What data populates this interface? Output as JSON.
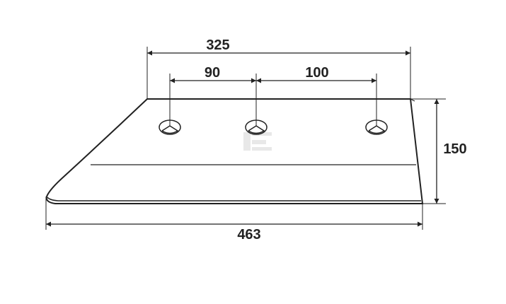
{
  "dimensions": {
    "top_width": "325",
    "hole_spacing_1": "90",
    "hole_spacing_2": "100",
    "height": "150",
    "bottom_width": "463"
  },
  "colors": {
    "line": "#222222",
    "watermark": "#e6e6e6"
  }
}
